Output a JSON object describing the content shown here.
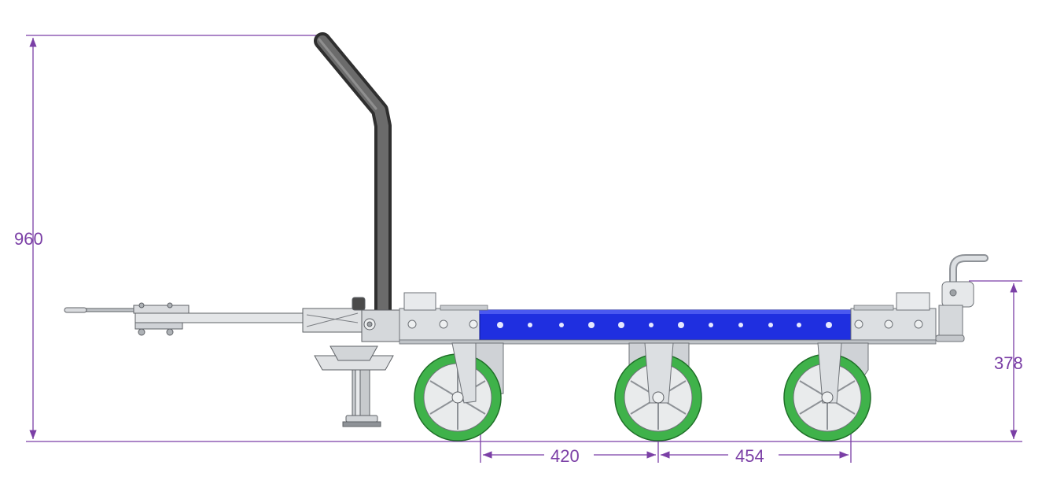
{
  "dimensions": {
    "height_total": "960",
    "height_frame": "378",
    "wheel_spacing_left": "420",
    "wheel_spacing_right": "454"
  },
  "colors": {
    "dimension": "#7b3fa6",
    "frame_blue": "#1f2fe0",
    "wheel_green": "#3fb24a",
    "handle_dark": "#4a4a4a",
    "steel": "#cfd2d6",
    "steel_dark": "#8e9297"
  }
}
